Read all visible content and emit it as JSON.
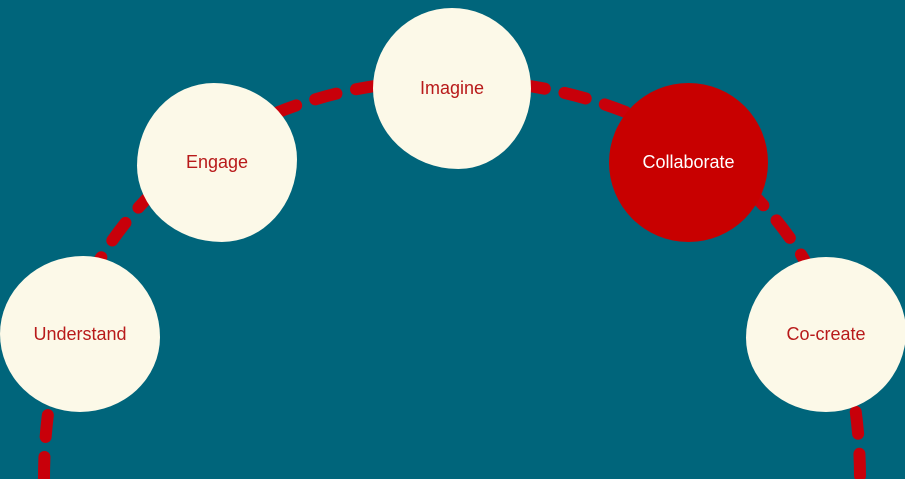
{
  "colors": {
    "background": "#00657b",
    "cream": "#fcf9e8",
    "red": "#c80000",
    "dash": "#c8000a",
    "cream_text": "#b81a1a",
    "red_text": "#ffffff"
  },
  "nodes": [
    {
      "id": "understand",
      "label": "Understand",
      "style": "cream"
    },
    {
      "id": "engage",
      "label": "Engage",
      "style": "cream"
    },
    {
      "id": "imagine",
      "label": "Imagine",
      "style": "cream"
    },
    {
      "id": "collaborate",
      "label": "Collaborate",
      "style": "red"
    },
    {
      "id": "cocreate",
      "label": "Co-create",
      "style": "cream"
    }
  ]
}
